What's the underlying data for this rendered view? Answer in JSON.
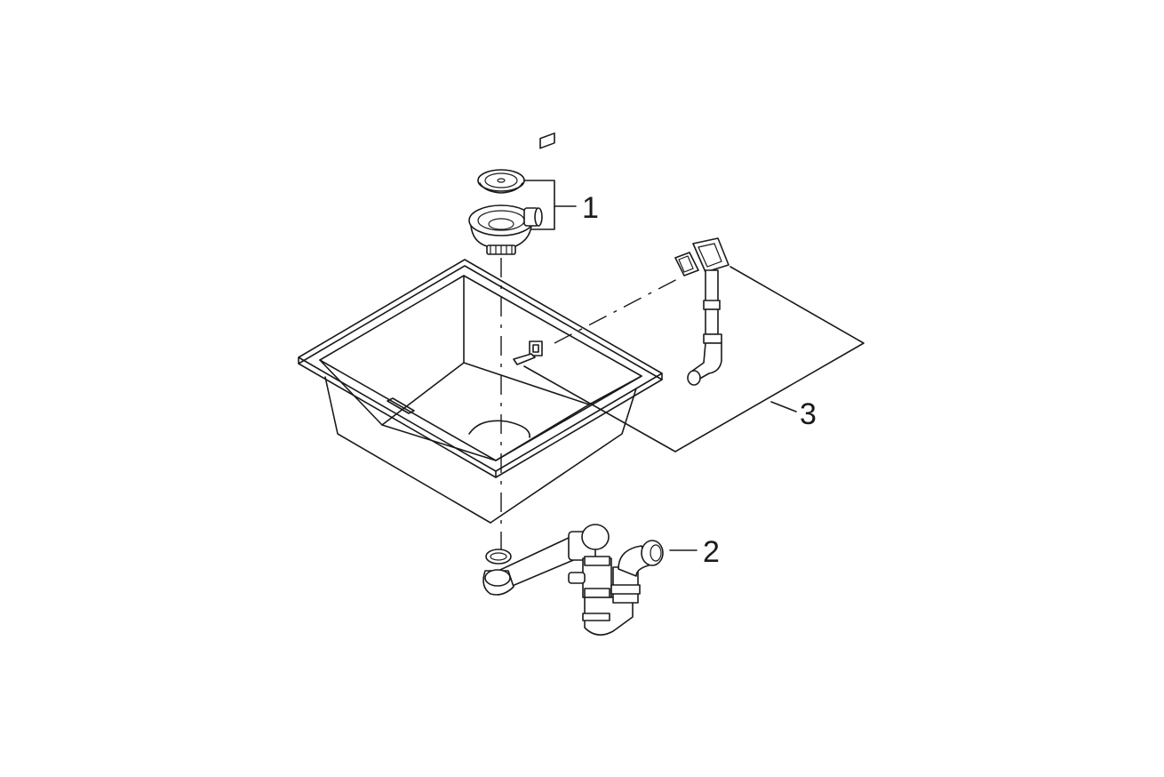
{
  "callouts": {
    "strainer_waste": "1",
    "siphon": "2",
    "overflow": "3"
  },
  "colors": {
    "line": "#1a1a1a",
    "background": "#ffffff"
  }
}
